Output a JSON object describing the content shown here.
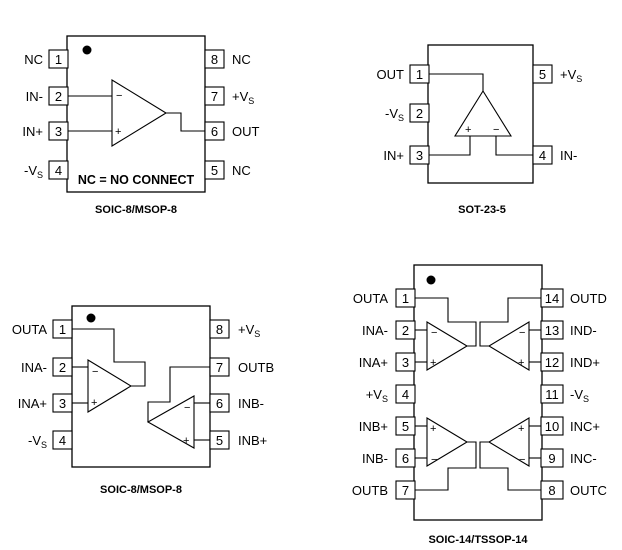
{
  "packages": [
    {
      "caption": "SOIC-8/MSOP-8",
      "note": "NC = NO CONNECT",
      "left_pins": [
        {
          "num": "1",
          "label": "NC"
        },
        {
          "num": "2",
          "label": "IN-"
        },
        {
          "num": "3",
          "label": "IN+"
        },
        {
          "num": "4",
          "label": "-V",
          "sub": "S"
        }
      ],
      "right_pins": [
        {
          "num": "8",
          "label": "NC"
        },
        {
          "num": "7",
          "label": "+V",
          "sub": "S"
        },
        {
          "num": "6",
          "label": "OUT"
        },
        {
          "num": "5",
          "label": "NC"
        }
      ]
    },
    {
      "caption": "SOT-23-5",
      "left_pins": [
        {
          "num": "1",
          "label": "OUT"
        },
        {
          "num": "2",
          "label": "-V",
          "sub": "S"
        },
        {
          "num": "3",
          "label": "IN+"
        }
      ],
      "right_pins": [
        {
          "num": "5",
          "label": "+V",
          "sub": "S"
        },
        {
          "num": "4",
          "label": "IN-"
        }
      ]
    },
    {
      "caption": "SOIC-8/MSOP-8",
      "left_pins": [
        {
          "num": "1",
          "label": "OUTA"
        },
        {
          "num": "2",
          "label": "INA-"
        },
        {
          "num": "3",
          "label": "INA+"
        },
        {
          "num": "4",
          "label": "-V",
          "sub": "S"
        }
      ],
      "right_pins": [
        {
          "num": "8",
          "label": "+V",
          "sub": "S"
        },
        {
          "num": "7",
          "label": "OUTB"
        },
        {
          "num": "6",
          "label": "INB-"
        },
        {
          "num": "5",
          "label": "INB+"
        }
      ]
    },
    {
      "caption": "SOIC-14/TSSOP-14",
      "left_pins": [
        {
          "num": "1",
          "label": "OUTA"
        },
        {
          "num": "2",
          "label": "INA-"
        },
        {
          "num": "3",
          "label": "INA+"
        },
        {
          "num": "4",
          "label": "+V",
          "sub": "S"
        },
        {
          "num": "5",
          "label": "INB+"
        },
        {
          "num": "6",
          "label": "INB-"
        },
        {
          "num": "7",
          "label": "OUTB"
        }
      ],
      "right_pins": [
        {
          "num": "14",
          "label": "OUTD"
        },
        {
          "num": "13",
          "label": "IND-"
        },
        {
          "num": "12",
          "label": "IND+"
        },
        {
          "num": "11",
          "label": "-V",
          "sub": "S"
        },
        {
          "num": "10",
          "label": "INC+"
        },
        {
          "num": "9",
          "label": "INC-"
        },
        {
          "num": "8",
          "label": "OUTC"
        }
      ]
    }
  ],
  "signs": {
    "minus": "−",
    "plus": "+"
  }
}
